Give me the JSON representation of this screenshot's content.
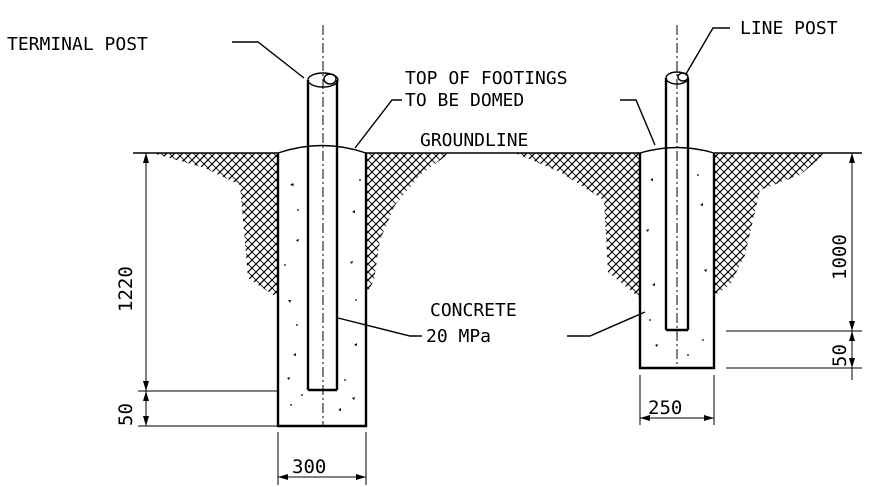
{
  "labels": {
    "terminal_post": "TERMINAL POST",
    "line_post": "LINE POST",
    "top_of_footings_line1": "TOP OF FOOTINGS",
    "top_of_footings_line2": "TO BE DOMED",
    "groundline": "GROUNDLINE",
    "concrete_line1": "CONCRETE",
    "concrete_line2": "20 MPa"
  },
  "dimensions": {
    "terminal_depth": "1220",
    "terminal_base": "50",
    "terminal_width": "300",
    "line_depth": "1000",
    "line_base": "50",
    "line_width": "250"
  },
  "colors": {
    "ink": "#000000",
    "background": "#ffffff"
  }
}
